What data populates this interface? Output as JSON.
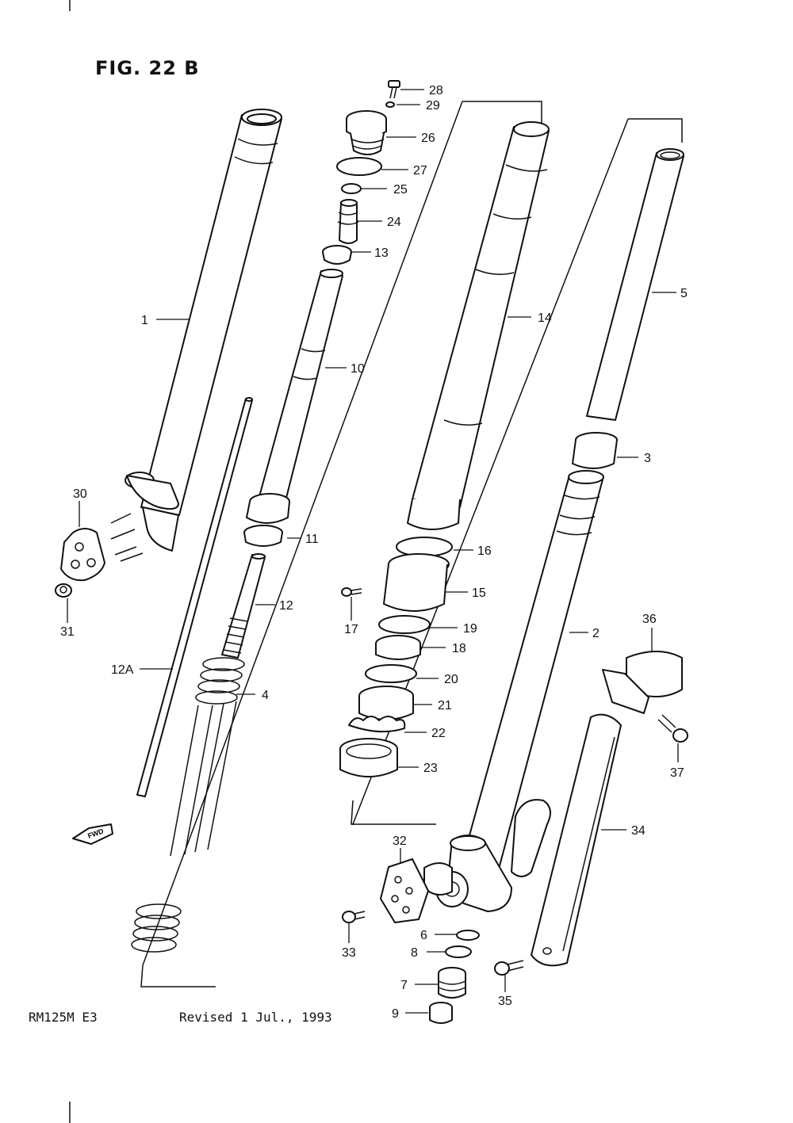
{
  "figure": {
    "title": "FIG. 22 B",
    "model": "RM125M E3",
    "revision": "Revised 1 Jul., 1993",
    "fwd_label": "FWD"
  },
  "callouts": [
    "1",
    "2",
    "3",
    "4",
    "5",
    "6",
    "7",
    "8",
    "9",
    "10",
    "11",
    "12",
    "12A",
    "13",
    "14",
    "15",
    "16",
    "17",
    "18",
    "19",
    "20",
    "21",
    "22",
    "23",
    "24",
    "25",
    "26",
    "27",
    "28",
    "29",
    "30",
    "31",
    "32",
    "33",
    "34",
    "35",
    "36",
    "37"
  ]
}
